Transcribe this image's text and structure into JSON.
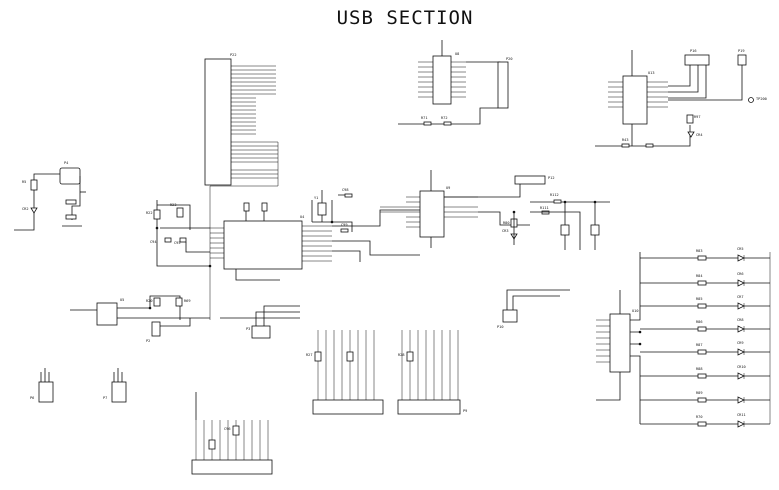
{
  "diagram": {
    "title": "USB SECTION",
    "labels": {
      "u4": "U4",
      "u8": "U8",
      "u9": "U9",
      "u5": "U5",
      "u13": "U13",
      "u10": "U10",
      "p2": "P2",
      "p3": "P3",
      "p4": "P4",
      "p6": "P6",
      "p7": "P7",
      "p9": "P9",
      "p10": "P10",
      "p12": "P12",
      "p16": "P16",
      "p19": "P19",
      "p20": "P20",
      "p22": "P22",
      "cr2": "CR2",
      "cr3": "CR3",
      "cr4": "CR4",
      "cr5": "CR5",
      "cr6": "CR6",
      "cr7": "CR7",
      "cr8": "CR8",
      "cr9": "CR9",
      "cr10": "CR10",
      "cr11": "CR11",
      "tp200": "TP200",
      "y1": "Y1",
      "rb1": "R83",
      "rb2": "R84",
      "rb3": "R85",
      "rb4": "R86",
      "rb5": "R87",
      "rb6": "R88",
      "rb7": "R89",
      "rb8": "R70",
      "c94": "C94",
      "c95": "C95",
      "c96": "C96",
      "c98": "C98",
      "c99": "C99",
      "r5": "R5",
      "r20": "R20",
      "r22": "R22",
      "r23": "R23",
      "r27": "R27",
      "r28": "R28",
      "r43": "R43",
      "r69": "R69",
      "r71": "R71",
      "r72": "R72",
      "r80": "R80",
      "r97": "R97",
      "r111": "R111",
      "r112": "R112"
    }
  }
}
